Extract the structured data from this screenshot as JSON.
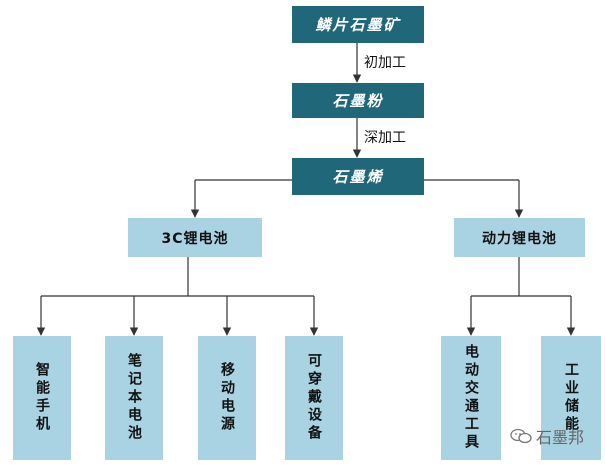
{
  "nodes": {
    "flake_ore": "鳞片石墨矿",
    "graphite_powder": "石墨粉",
    "graphene": "石墨烯",
    "battery_3c": "3C锂电池",
    "power_battery": "动力锂电池",
    "smartphone": "智能手机",
    "laptop_battery": "笔记本电池",
    "mobile_power": "移动电源",
    "wearable": "可穿戴设备",
    "ev": "电动交通工具",
    "storage": "工业储能"
  },
  "edges": {
    "primary_processing": "初加工",
    "deep_processing": "深加工"
  },
  "watermark": {
    "text": "石墨邦",
    "icon": "wechat-icon"
  },
  "colors": {
    "dark_box": "#21677a",
    "light_box": "#a9d2e3",
    "line": "#333333"
  }
}
